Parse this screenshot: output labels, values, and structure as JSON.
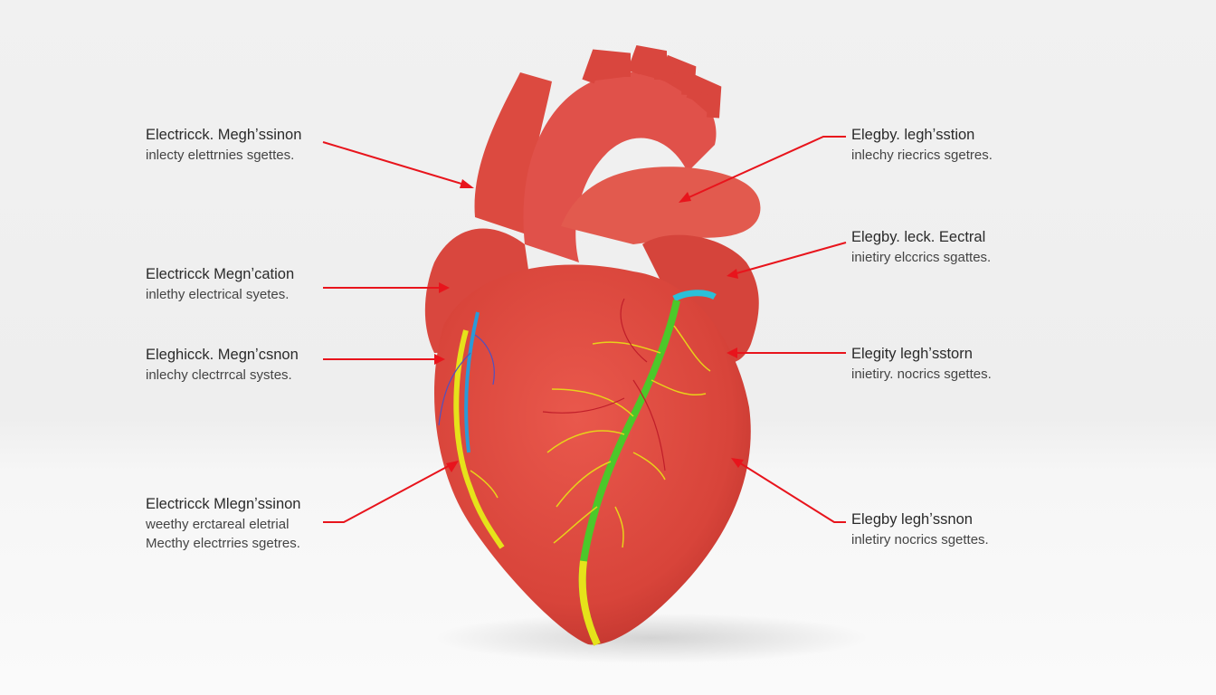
{
  "labels_left": [
    {
      "title": "Electricck. Meghʼssinon",
      "lines": [
        "inlecty elettrnies sgettes."
      ]
    },
    {
      "title": "Electricck Megnʼcation",
      "lines": [
        "inlethy electrical syetes."
      ]
    },
    {
      "title": "Eleghicck. Megnʼcsnon",
      "lines": [
        "inlechy clectrrcal systes."
      ]
    },
    {
      "title": "Electricck Mlegnʼssinon",
      "lines": [
        "weethy erctareal eletrial",
        "Mecthy electrries sgetres."
      ]
    }
  ],
  "labels_right": [
    {
      "title": "Elegby. leghʼsstion",
      "lines": [
        "inlechy riecrics sgetres."
      ]
    },
    {
      "title": "Elegby. leck. Eectral",
      "lines": [
        "inietiry elccrics sgattes."
      ]
    },
    {
      "title": "Elegity leghʼsstorn",
      "lines": [
        "inietiry. nocrics sgettes."
      ]
    },
    {
      "title": "Elegby leghʼssnon",
      "lines": [
        "inletiry nocrics sgettes."
      ]
    }
  ],
  "colors": {
    "heart": "#e0483f",
    "arrow": "#e8141c",
    "conduction_yellow": "#e6e21a",
    "conduction_green": "#4cc82a",
    "conduction_blue": "#2a9ad8"
  }
}
